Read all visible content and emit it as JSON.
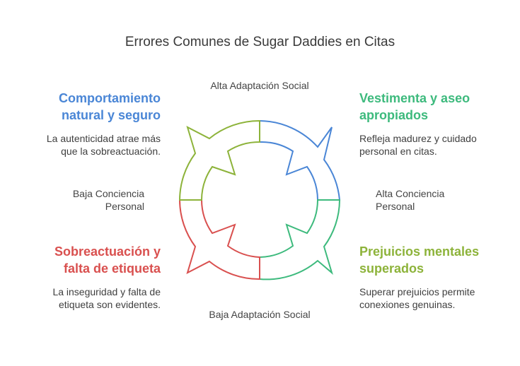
{
  "title": "Errores Comunes de Sugar Daddies en Citas",
  "axes": {
    "top": "Alta Adaptación Social",
    "bottom": "Baja Adaptación Social",
    "left_line1": "Baja Conciencia",
    "left_line2": "Personal",
    "right_line1": "Alta Conciencia",
    "right_line2": "Personal"
  },
  "quadrants": {
    "top_left": {
      "title_line1": "Comportamiento",
      "title_line2": "natural y seguro",
      "desc_line1": "La autenticidad atrae más",
      "desc_line2": "que la sobreactuación.",
      "color": "#4a86d6"
    },
    "top_right": {
      "title_line1": "Vestimenta y aseo",
      "title_line2": "apropiados",
      "desc_line1": "Refleja madurez y cuidado",
      "desc_line2": "personal en citas.",
      "color": "#3dba7d"
    },
    "bottom_left": {
      "title_line1": "Sobreactuación y",
      "title_line2": "falta de etiqueta",
      "desc_line1": "La inseguridad y falta de",
      "desc_line2": "etiqueta son evidentes.",
      "color": "#d9504f"
    },
    "bottom_right": {
      "title_line1": "Prejuicios mentales",
      "title_line2": "superados",
      "desc_line1": "Superar prejuicios permite",
      "desc_line2": "conexiones genuinas.",
      "color": "#8db33a"
    }
  },
  "segment_colors": {
    "top_right": "#4a86d6",
    "bottom_right": "#3dba7d",
    "bottom_left": "#d9504f",
    "top_left": "#8db33a"
  }
}
